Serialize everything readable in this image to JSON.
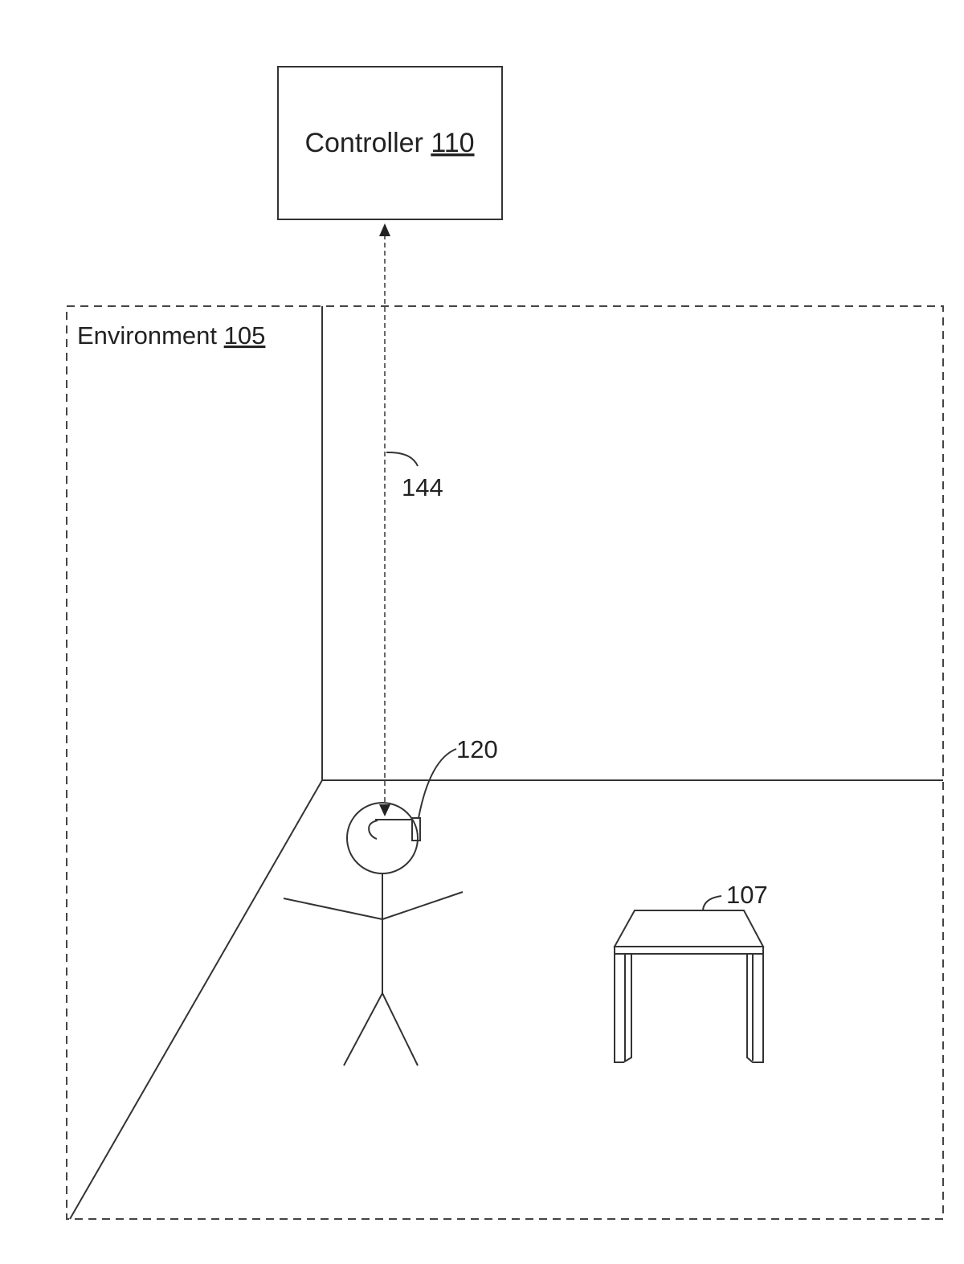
{
  "controller": {
    "label": "Controller",
    "ref": "110"
  },
  "environment": {
    "label": "Environment",
    "ref": "105"
  },
  "signal": {
    "ref": "144"
  },
  "headset": {
    "ref": "120"
  },
  "table": {
    "ref": "107"
  }
}
